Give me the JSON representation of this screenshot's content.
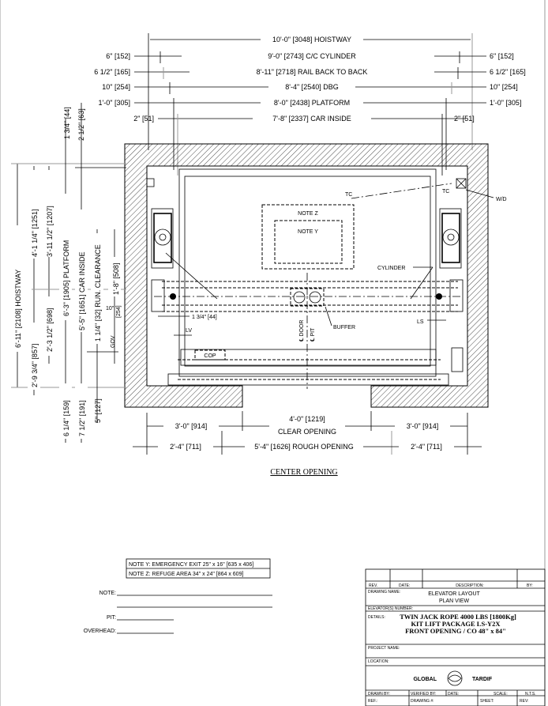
{
  "top_dims": {
    "hoistway": "10'-0\" [3048] HOISTWAY",
    "cc_cylinder": "9'-0\" [2743] C/C CYLINDER",
    "cc_left": "6\" [152]",
    "cc_right": "6\" [152]",
    "rail": "8'-11\" [2718] RAIL BACK TO BACK",
    "rail_left": "6 1/2\" [165]",
    "rail_right": "6 1/2\" [165]",
    "dbg": "8'-4\" [2540] DBG",
    "dbg_left": "10\" [254]",
    "dbg_right": "10\" [254]",
    "platform": "8'-0\" [2438] PLATFORM",
    "platform_left": "1'-0\" [305]",
    "platform_right": "1'-0\" [305]",
    "car_inside": "7'-8\" [2337] CAR INSIDE",
    "car_left": "2\" [51]",
    "car_right": "2\" [51]"
  },
  "left_dims": {
    "hoistway": "6'-11\" [2108] HOISTWAY",
    "d_857": "2'-9 3/4\" [857]",
    "d_1251": "4'-1 1/4\" [1251]",
    "d_1207": "3'-11 1/2\" [1207]",
    "d_698": "2'-3 1/2\" [698]",
    "platform": "6'-3\" [1905] PLATFORM",
    "car_inside": "5'-5\" [1651] CAR INSIDE",
    "run_clearance": "1 1/4\" [32] RUN. CLEARANCE",
    "d_508": "1'-8\" [508]",
    "d_10": "10\"",
    "d_254": "[254]",
    "gov": "GOV",
    "d_44": "1 3/4\" [44]",
    "d_63": "2 1/2\" [63]",
    "d_159": "6 1/4\" [159]",
    "d_191": "7 1/2\" [191]",
    "d_127": "5\" [127]"
  },
  "plan_labels": {
    "note_z": "NOTE Z",
    "note_y": "NOTE Y",
    "tc_left": "TC",
    "tc_right": "TC",
    "wd": "W/D",
    "cylinder": "CYLINDER",
    "buffer": "BUFFER",
    "ls": "LS",
    "lv": "LV",
    "cop": "COP",
    "dim_44": "1 3/4\" [44]",
    "cl_door": "℄ DOOR",
    "cl_pit": "℄ PIT"
  },
  "bottom_dims": {
    "left_914": "3'-0\" [914]",
    "clear": "4'-0\" [1219]",
    "clear_label": "CLEAR OPENING",
    "right_914": "3'-0\" [914]",
    "left_711": "2'-4\" [711]",
    "rough": "5'-4\" [1626] ROUGH OPENING",
    "right_711": "2'-4\" [711]"
  },
  "view_title": "CENTER OPENING",
  "notes_box": {
    "note_y": "NOTE Y: EMERGENCY EXIT 25\" x 16\" [635 x 406]",
    "note_z": "NOTE Z: REFUGE AREA 34\" x 24\" [864 x 609]"
  },
  "fields": {
    "note": "NOTE:",
    "pit": "PIT:",
    "overhead": "OVERHEAD:"
  },
  "title_block": {
    "rev": "REV.",
    "date": "DATE:",
    "description": "DESCRIPTION:",
    "by": "BY:",
    "drawing_name_label": "DRAWING NAME:",
    "drawing_name_1": "ELEVATOR LAYOUT",
    "drawing_name_2": "PLAN VIEW",
    "elevator_number_label": "ELEVATOR(S) NUMBER:",
    "details_label": "DETAILS:",
    "details_1": "TWIN JACK ROPE 4000 LBS [1800Kg]",
    "details_2": "KIT LIFT PACKAGE LS-Y2X",
    "details_3": "FRONT OPENING / CO 48\" x 84\"",
    "project_name_label": "PROJECT NAME:",
    "location_label": "LOCATION:",
    "logo_left": "GLOBAL",
    "logo_right": "TARDIF",
    "drawn_by": "DRAWN BY:",
    "verified_by": "VERIFIED BY:",
    "date2": "DATE:",
    "scale": "SCALE:",
    "scale_value": "N.T.S.",
    "ref": "REF.:",
    "drawing_no": "DRAWING #:",
    "sheet": "SHEET:",
    "rev2": "REV:"
  }
}
